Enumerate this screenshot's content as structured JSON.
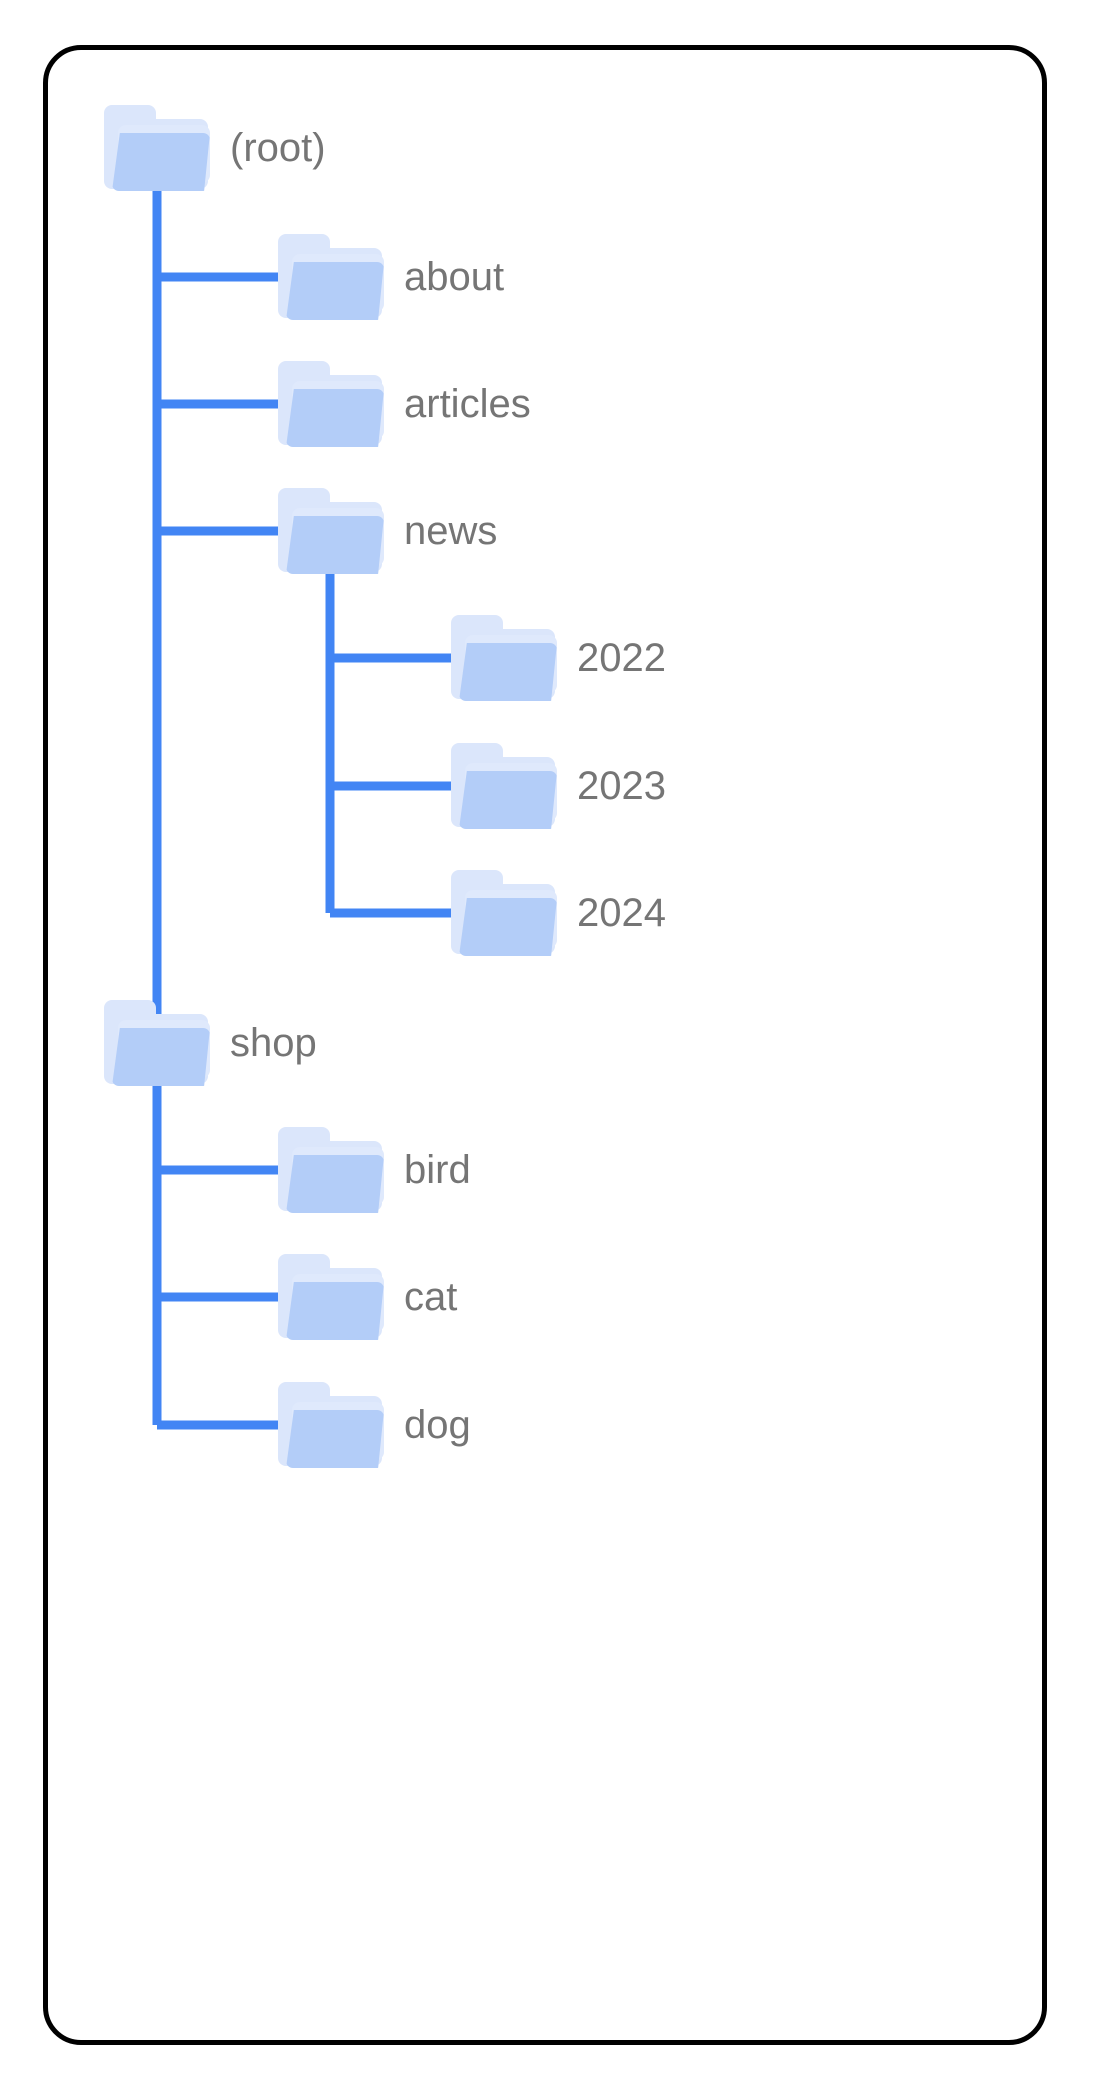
{
  "diagram": {
    "type": "folder-tree",
    "title": "",
    "background_color": "#ffffff",
    "card_border_color": "#000000",
    "connector_color": "#4285f4",
    "label_color": "#757575",
    "folder_colors": {
      "back": "#dbe6fb",
      "mid": "#dfe9fc",
      "front": "#b3cdf8"
    },
    "nodes": [
      {
        "id": "root",
        "label": "(root)",
        "depth": 0,
        "icon": "folder-icon"
      },
      {
        "id": "about",
        "label": "about",
        "depth": 1,
        "icon": "folder-icon"
      },
      {
        "id": "articles",
        "label": "articles",
        "depth": 1,
        "icon": "folder-icon"
      },
      {
        "id": "news",
        "label": "news",
        "depth": 1,
        "icon": "folder-icon"
      },
      {
        "id": "y2022",
        "label": "2022",
        "depth": 2,
        "icon": "folder-icon"
      },
      {
        "id": "y2023",
        "label": "2023",
        "depth": 2,
        "icon": "folder-icon"
      },
      {
        "id": "y2024",
        "label": "2024",
        "depth": 2,
        "icon": "folder-icon"
      },
      {
        "id": "shop",
        "label": "shop",
        "depth": 0,
        "icon": "folder-icon"
      },
      {
        "id": "bird",
        "label": "bird",
        "depth": 1,
        "icon": "folder-icon"
      },
      {
        "id": "cat",
        "label": "cat",
        "depth": 1,
        "icon": "folder-icon"
      },
      {
        "id": "dog",
        "label": "dog",
        "depth": 1,
        "icon": "folder-icon"
      }
    ],
    "edges": [
      {
        "from": "root",
        "to": "about"
      },
      {
        "from": "root",
        "to": "articles"
      },
      {
        "from": "root",
        "to": "news"
      },
      {
        "from": "news",
        "to": "y2022"
      },
      {
        "from": "news",
        "to": "y2023"
      },
      {
        "from": "news",
        "to": "y2024"
      },
      {
        "from": "root",
        "to": "shop"
      },
      {
        "from": "shop",
        "to": "bird"
      },
      {
        "from": "shop",
        "to": "cat"
      },
      {
        "from": "shop",
        "to": "dog"
      }
    ]
  }
}
